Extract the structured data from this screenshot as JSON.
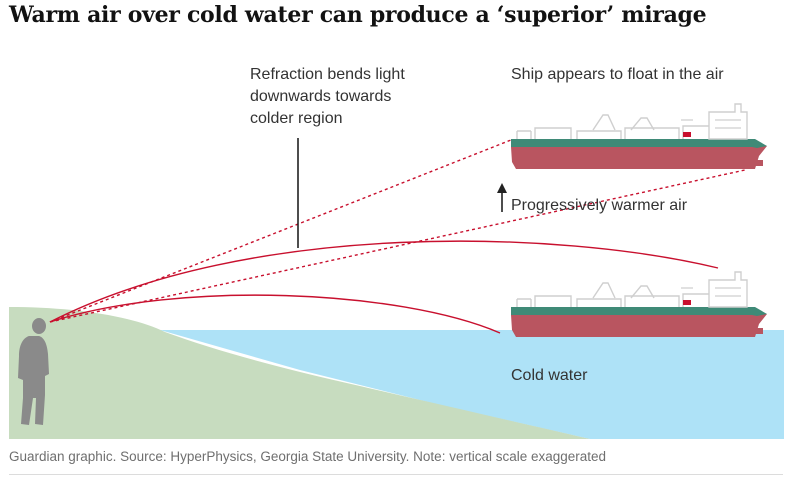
{
  "title": "Warm air over cold water can produce a ‘superior’ mirage",
  "labels": {
    "refraction": [
      "Refraction bends light",
      "downwards towards",
      "colder region"
    ],
    "ship_float": "Ship appears to float in the air",
    "warmer_air": "Progressively warmer air",
    "cold_water": "Cold water"
  },
  "footer": "Guardian graphic. Source: HyperPhysics, Georgia State University. Note: vertical scale exaggerated",
  "colors": {
    "land": "#c7dcbf",
    "water": "#aee2f7",
    "ray": "#c8102e",
    "hull_top": "#3f8a77",
    "hull_bottom": "#b95560",
    "person": "#8a8a8a"
  }
}
